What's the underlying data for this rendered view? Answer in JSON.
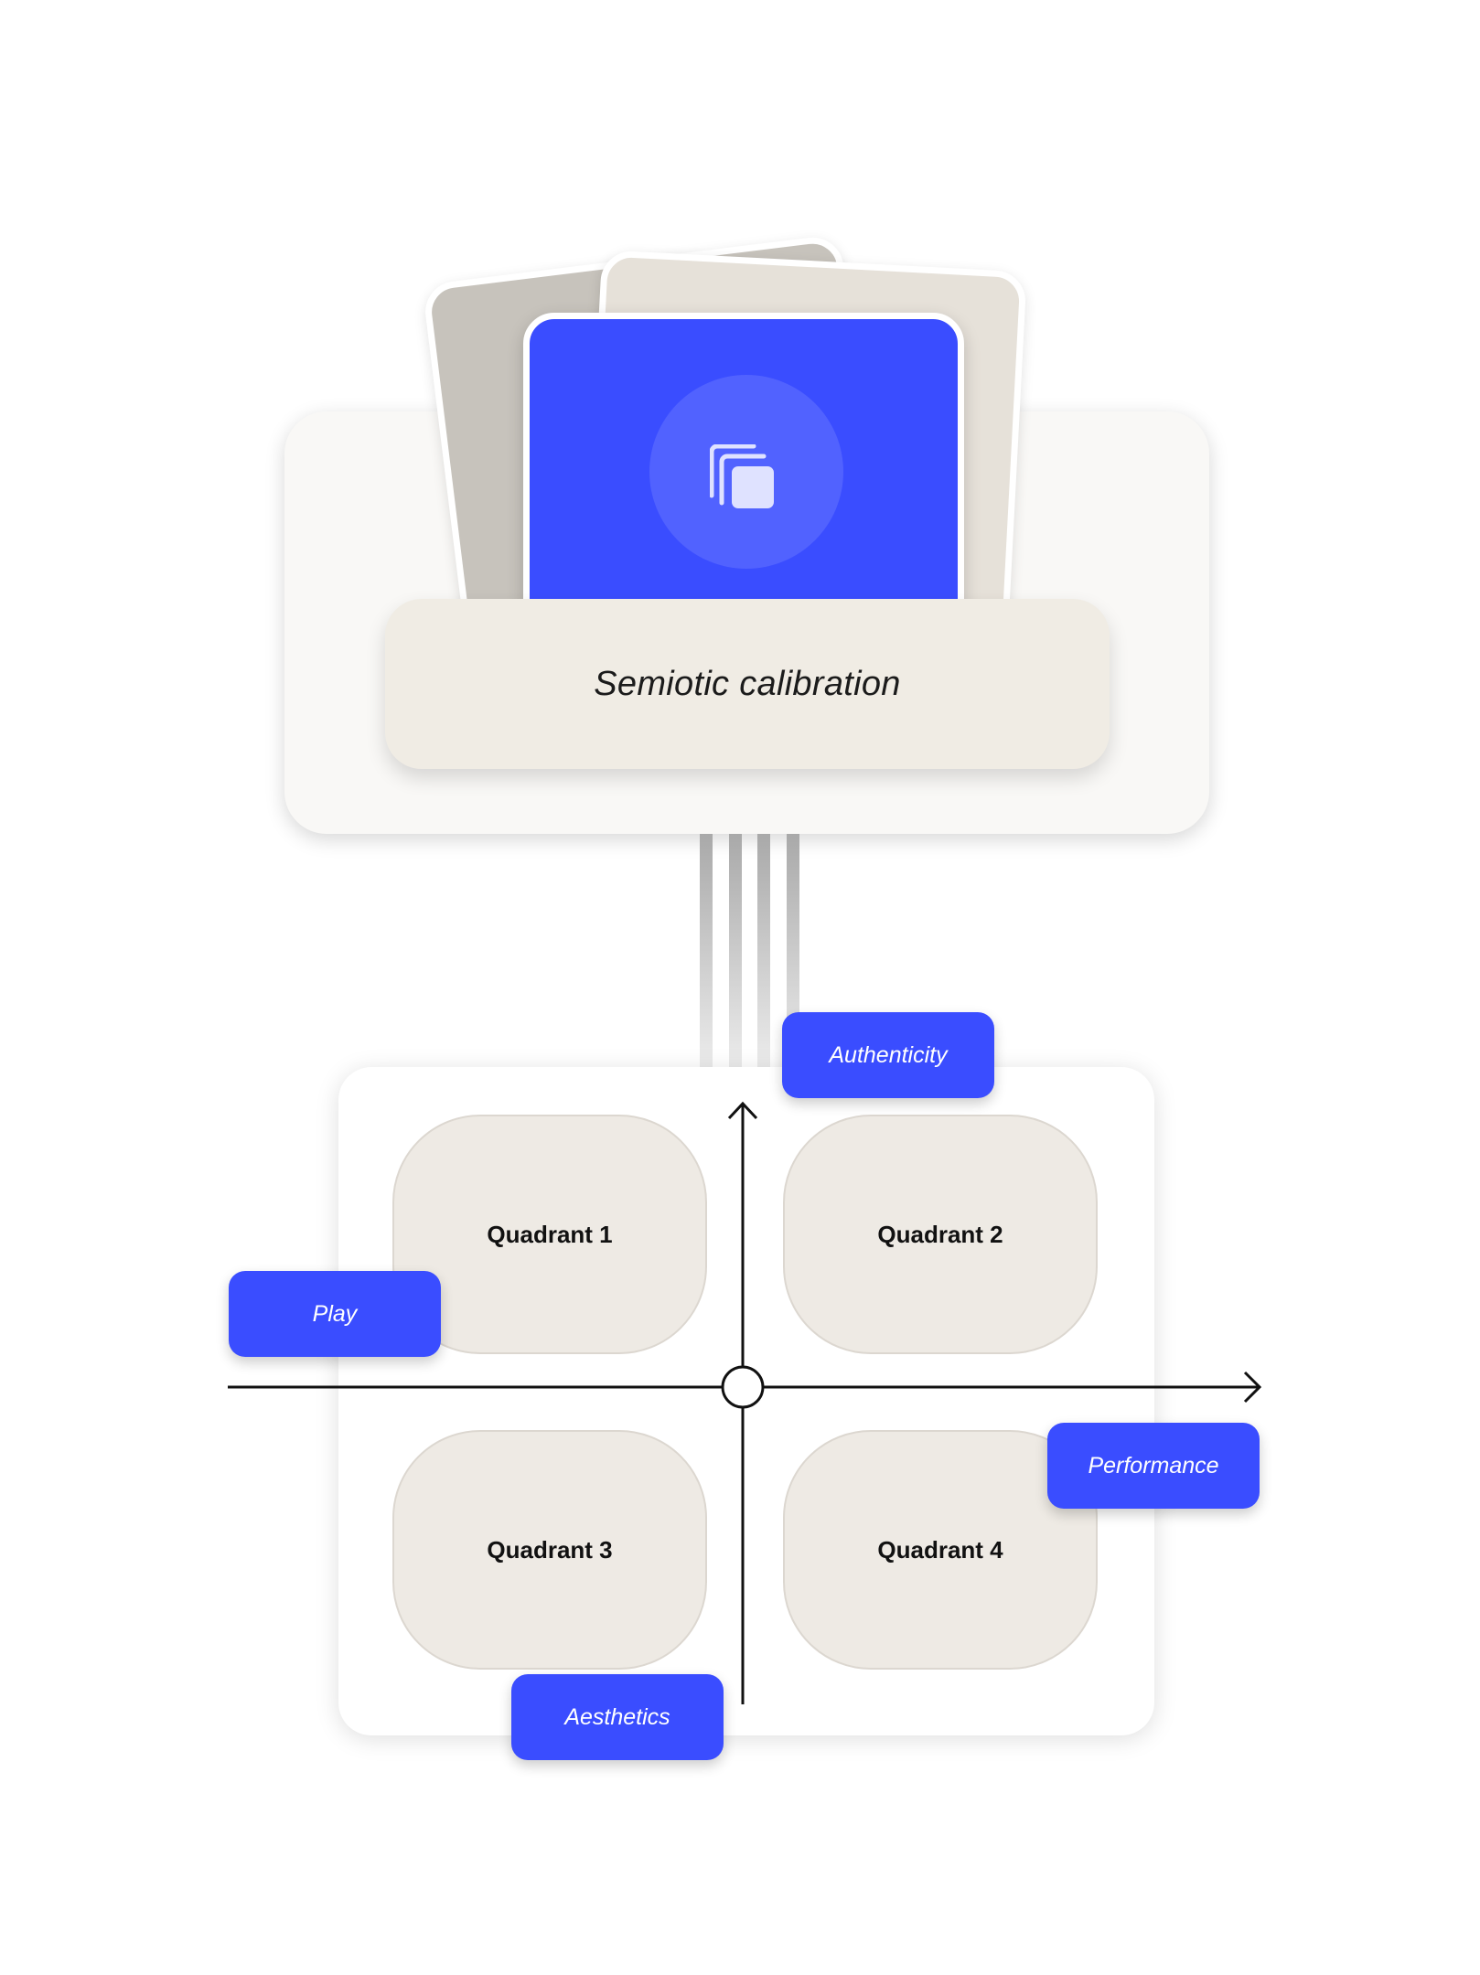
{
  "colors": {
    "accent": "#3a4dff",
    "tray": "#f9f8f6",
    "label_box": "#f0ece4",
    "card_back_dark": "#c7c3bc",
    "card_back_light": "#e6e1d9",
    "quadrant_fill": "#eeeae4"
  },
  "calibration": {
    "label": "Semiotic calibration",
    "icon": "stacked-cards-icon"
  },
  "quadrants": [
    {
      "label": "Quadrant 1"
    },
    {
      "label": "Quadrant 2"
    },
    {
      "label": "Quadrant 3"
    },
    {
      "label": "Quadrant 4"
    }
  ],
  "axis_tags": {
    "top": "Authenticity",
    "left": "Play",
    "right": "Performance",
    "bottom": "Aesthetics"
  }
}
